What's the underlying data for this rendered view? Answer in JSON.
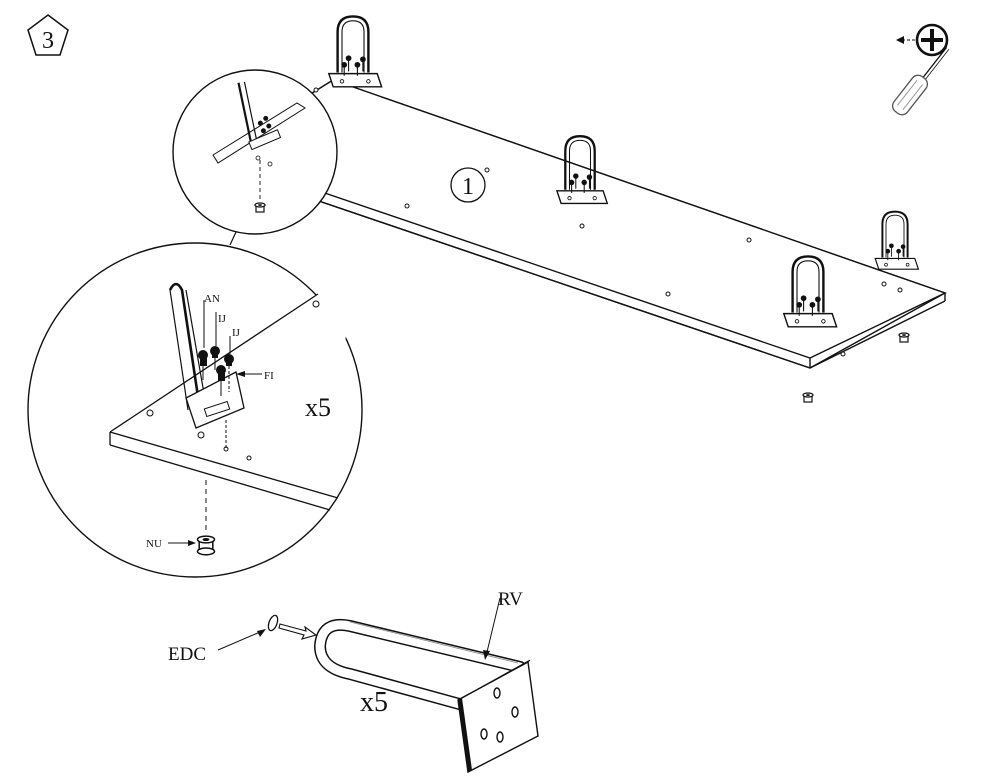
{
  "step": {
    "number": "3"
  },
  "panel": {
    "part_number": "1"
  },
  "tool": {
    "name": "phillips-screwdriver-icon"
  },
  "detail": {
    "labels": {
      "an": "AN",
      "ij1": "IJ",
      "ij2": "IJ",
      "fi": "FI",
      "nu": "NU"
    },
    "quantity": "x5"
  },
  "leg_detail": {
    "labels": {
      "edc": "EDC",
      "rv": "RV"
    },
    "quantity": "x5"
  }
}
